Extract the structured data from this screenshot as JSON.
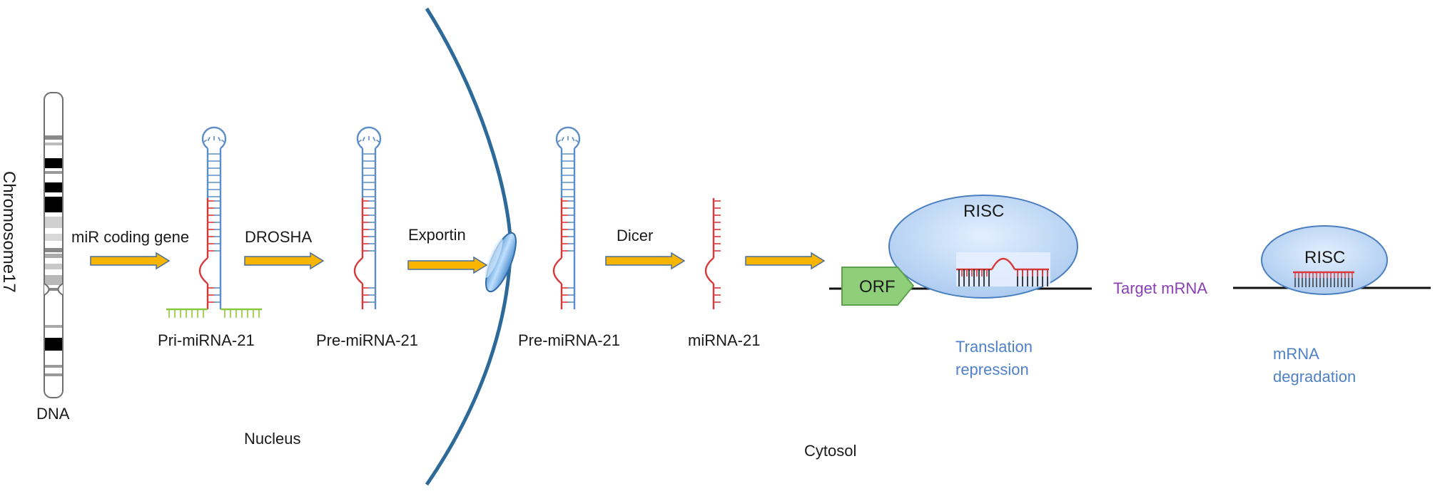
{
  "chromosome": {
    "name": "Chromosome17",
    "dna": "DNA"
  },
  "steps": {
    "mir_coding_gene": "miR coding gene",
    "drosha": "DROSHA",
    "exportin": "Exportin",
    "dicer": "Dicer"
  },
  "molecules": {
    "pri": "Pri-miRNA-21",
    "pre_nucleus": "Pre-miRNA-21",
    "pre_cytosol": "Pre-miRNA-21",
    "mature": "miRNA-21"
  },
  "compartments": {
    "nucleus": "Nucleus",
    "cytosol": "Cytosol"
  },
  "risc": {
    "label_left": "RISC",
    "label_right": "RISC",
    "orf": "ORF",
    "target_mrna": "Target mRNA",
    "outcome_1_line1": "Translation",
    "outcome_1_line2": "repression",
    "outcome_2_line1": "mRNA",
    "outcome_2_line2": "degradation"
  },
  "colors": {
    "strand_blue": "#5b8dc9",
    "strand_red": "#d9383a",
    "tail_green": "#8cc63f",
    "arrow_fill": "#f7b500",
    "arrow_edge": "#4a6e9c",
    "membrane": "#2e6a99",
    "risc_fill": "#c6dbf5",
    "orf_fill": "#8fcf7a"
  }
}
